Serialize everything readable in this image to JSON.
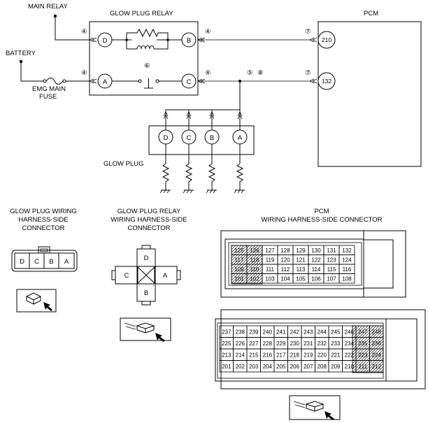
{
  "labels": {
    "main_relay": "MAIN RELAY",
    "battery": "BATTERY",
    "fuse_line1": "EMG MAIN",
    "fuse_line2": "FUSE",
    "relay_title": "GLOW PLUG  RELAY",
    "pcm_title": "PCM",
    "glow_plug": "GLOW PLUG"
  },
  "relay_terminals": [
    "D",
    "B",
    "A",
    "C"
  ],
  "pcm_terminals": [
    "210",
    "132"
  ],
  "notes": [
    "④",
    "④",
    "④",
    "④",
    "⑥",
    "⑤",
    "⑧",
    "⑦",
    "⑦"
  ],
  "plug_terminals": [
    "D",
    "C",
    "B",
    "A"
  ],
  "connectors": {
    "gp_wiring": {
      "title": [
        "GLOW PLUG  WIRING",
        "HARNESS-SIDE",
        "CONNECTOR"
      ],
      "pins": [
        "D",
        "C",
        "B",
        "A"
      ]
    },
    "gp_relay": {
      "title": [
        "GLOW PLUG  RELAY",
        "WIRING HARNESS-SIDE",
        "CONNECTOR"
      ],
      "pins": [
        "D",
        "C",
        "A",
        "B"
      ]
    },
    "pcm": {
      "title": [
        "PCM",
        "WIRING HARNESS-SIDE CONNECTOR"
      ],
      "upper": [
        [
          "125",
          "126",
          "127",
          "128",
          "129",
          "130",
          "131",
          "132"
        ],
        [
          "117",
          "118",
          "119",
          "120",
          "121",
          "122",
          "123",
          "124"
        ],
        [
          "109",
          "110",
          "111",
          "112",
          "113",
          "114",
          "115",
          "116"
        ],
        [
          "101",
          "102",
          "103",
          "104",
          "105",
          "106",
          "107",
          "108"
        ]
      ],
      "lower": [
        [
          "237",
          "238",
          "239",
          "240",
          "241",
          "242",
          "243",
          "244",
          "245",
          "246",
          "247",
          "248"
        ],
        [
          "225",
          "226",
          "227",
          "228",
          "229",
          "230",
          "231",
          "232",
          "233",
          "234",
          "235",
          "236"
        ],
        [
          "213",
          "214",
          "215",
          "216",
          "217",
          "218",
          "219",
          "220",
          "221",
          "222",
          "223",
          "224"
        ],
        [
          "201",
          "202",
          "203",
          "204",
          "205",
          "206",
          "207",
          "208",
          "209",
          "210",
          "211",
          "212"
        ]
      ]
    }
  }
}
